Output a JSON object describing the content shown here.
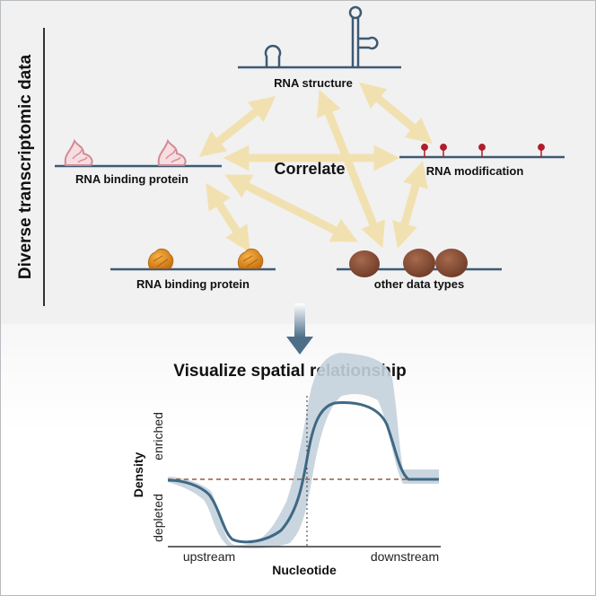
{
  "side_title": "Diverse transcriptomic data",
  "tracks": {
    "rna_structure": "RNA structure",
    "rbp_top": "RNA binding protein",
    "rna_modification": "RNA modification",
    "rbp_bottom": "RNA binding protein",
    "other_data": "other data types"
  },
  "center_label": "Correlate",
  "section_title": "Visualize spatial relationship",
  "chart": {
    "ylabel": "Density",
    "y_top_label": "enriched",
    "y_bottom_label": "depleted",
    "xlabel": "Nucleotide",
    "x_left_label": "upstream",
    "x_right_label": "downstream"
  },
  "colors": {
    "line": "#3f6885",
    "band": "#c4d1dc",
    "baseline": "#9a5a3b",
    "arrows": "#f2e1b0",
    "modification_pin": "#b01c2b",
    "rbp1": "#d99aa3",
    "rbp2": "#e59020",
    "blob": "#8a4f38"
  }
}
